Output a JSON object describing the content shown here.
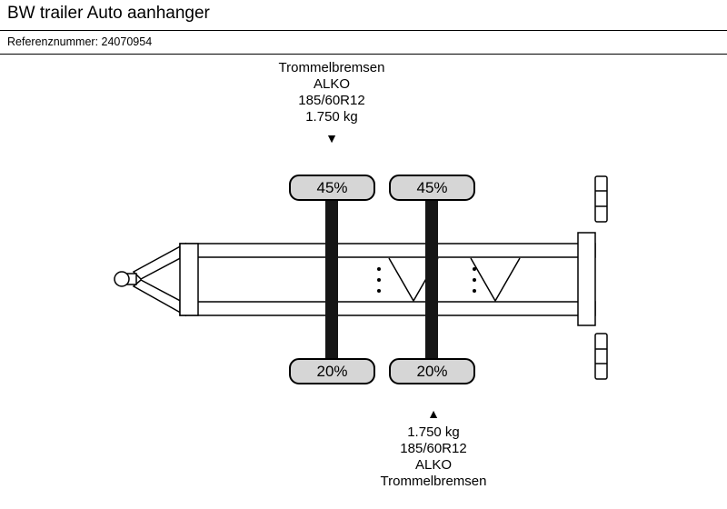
{
  "header": {
    "title": "BW trailer Auto aanhanger",
    "reference_label": "Referenznummer:",
    "reference_value": "24070954"
  },
  "top_spec_block": {
    "lines": [
      "Trommelbremsen",
      "ALKO",
      "185/60R12",
      "1.750 kg"
    ]
  },
  "bottom_spec_block": {
    "lines": [
      "1.750 kg",
      "185/60R12",
      "ALKO",
      "Trommelbremsen"
    ]
  },
  "tires": {
    "top_1": "45%",
    "top_2": "45%",
    "bottom_1": "20%",
    "bottom_2": "20%"
  },
  "icons": {
    "arrow_down": "▼",
    "arrow_up": "▲"
  },
  "colors": {
    "background": "#ffffff",
    "text": "#000000",
    "diagram_line": "#000000",
    "tire_fill": "#d6d6d6",
    "axle": "#161616"
  }
}
